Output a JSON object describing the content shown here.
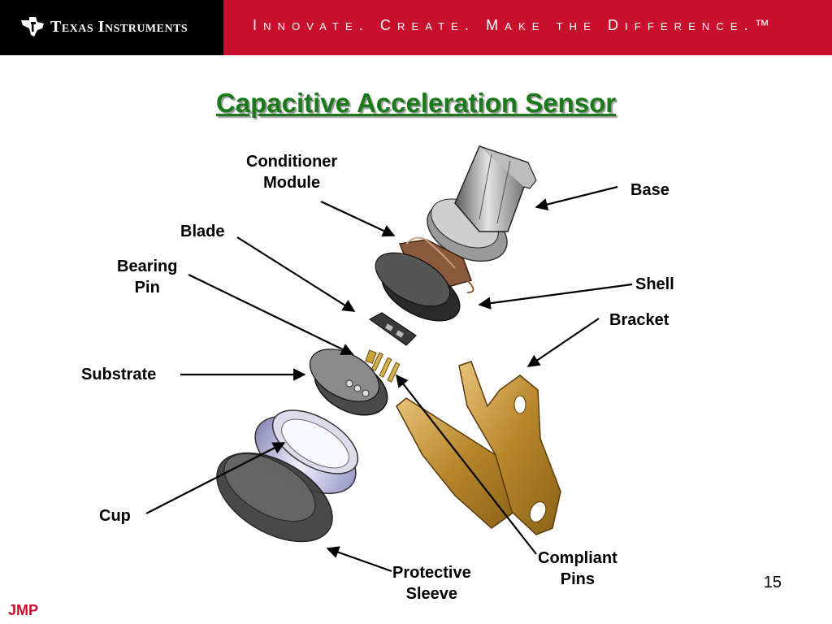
{
  "header": {
    "company": "Texas Instruments",
    "slogan": "Innovate. Create. Make the Difference.™",
    "logo_icon": "ti-state-logo-icon"
  },
  "title": "Capacitive Acceleration Sensor",
  "diagram": {
    "parts": {
      "conditioner_module": "Conditioner\nModule",
      "base": "Base",
      "blade": "Blade",
      "bearing_pin": "Bearing\nPin",
      "shell": "Shell",
      "bracket": "Bracket",
      "substrate": "Substrate",
      "cup": "Cup",
      "protective_sleeve": "Protective\nSleeve",
      "compliant_pins": "Compliant\nPins"
    }
  },
  "footer": {
    "page_number": "15",
    "author": "JMP"
  },
  "colors": {
    "banner_red": "#c8102e",
    "banner_black": "#000000",
    "title_green": "#1a7a1a",
    "bracket_gold": "#b8862a",
    "module_brown": "#8a5a3a"
  }
}
